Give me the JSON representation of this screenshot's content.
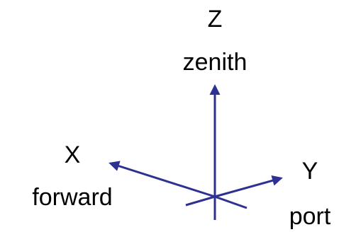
{
  "axes": {
    "z": {
      "letter": "Z",
      "name": "zenith"
    },
    "x": {
      "letter": "X",
      "name": "forward"
    },
    "y": {
      "letter": "Y",
      "name": "port"
    }
  },
  "colors": {
    "axis_line": "#2E3192",
    "text": "#000000"
  }
}
